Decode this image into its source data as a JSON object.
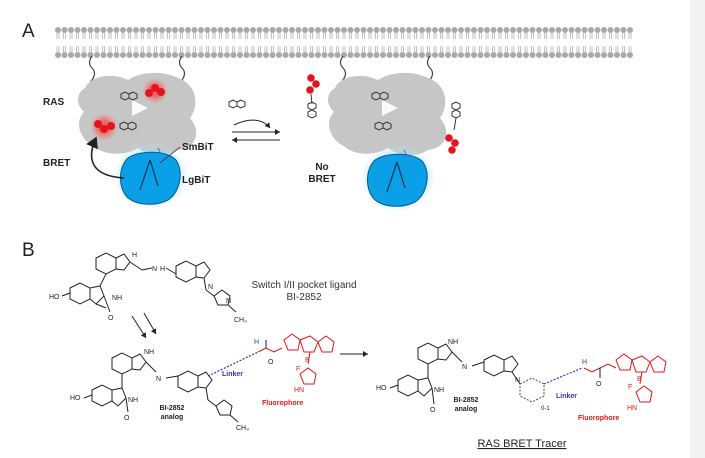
{
  "panels": {
    "a": {
      "letter": "A"
    },
    "b": {
      "letter": "B"
    }
  },
  "labels": {
    "ras": "RAS",
    "bret": "BRET",
    "smbit": "SmBiT",
    "lgbit": "LgBiT",
    "no_bret_line1": "No",
    "no_bret_line2": "BRET",
    "ligand_title_line1": "Switch I/II pocket ligand",
    "ligand_title_line2": "BI-2852",
    "analog_line1": "BI-2852",
    "analog_line2": "analog",
    "linker": "Linker",
    "fluorophore": "Fluorophore",
    "tracer_title": "RAS BRET Tracer",
    "atom_ho": "HO",
    "atom_nh": "NH",
    "atom_n": "N",
    "atom_h": "H",
    "atom_o": "O",
    "atom_ch3": "CH₃",
    "atom_f": "F",
    "atom_b": "B",
    "atom_hn": "HN",
    "ring_sub": "0-1"
  },
  "colors": {
    "membrane": "#a9a9a9",
    "protein": "#c8c8c8",
    "lgbit": "#0a9fe6",
    "lgbit_glow": "#7fd2ff",
    "ligand_red": "#e3141e",
    "linker_blue": "#3333cc",
    "fluorophore_red": "#e8161b",
    "ink": "#222222"
  }
}
